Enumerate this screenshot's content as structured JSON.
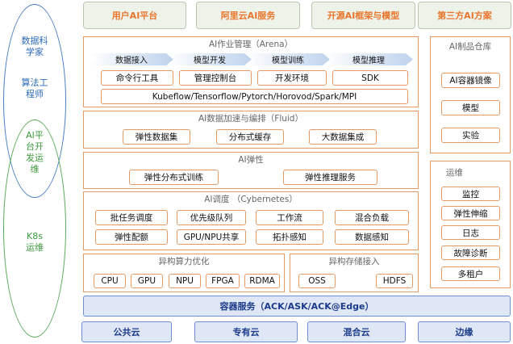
{
  "top_tabs": [
    "用户AI平台",
    "阿里云AI服务",
    "开源AI框架与模型",
    "第三方AI方案"
  ],
  "roles": {
    "data_scientist": [
      "数据科",
      "学家"
    ],
    "algo_engineer": [
      "算法工",
      "程师"
    ],
    "ai_ops": [
      "AI平",
      "台开",
      "发运",
      "维"
    ],
    "k8s_ops": [
      "K8s",
      "运维"
    ]
  },
  "arena": {
    "title": "AI作业管理（Arena）",
    "stages": [
      "数据接入",
      "模型开发",
      "模型训练",
      "模型推理"
    ],
    "tools": [
      "命令行工具",
      "管理控制台",
      "开发环境",
      "SDK"
    ],
    "frameworks": "Kubeflow/Tensorflow/Pytorch/Horovod/Spark/MPI"
  },
  "fluid": {
    "title": "AI数据加速与编排（Fluid）",
    "items": [
      "弹性数据集",
      "分布式缓存",
      "大数据集成"
    ]
  },
  "elastic": {
    "title": "AI弹性",
    "items": [
      "弹性分布式训练",
      "弹性推理服务"
    ]
  },
  "cybernetes": {
    "title": "AI调度 （Cybernetes）",
    "row1": [
      "批任务调度",
      "优先级队列",
      "工作流",
      "混合负载"
    ],
    "row2": [
      "弹性配额",
      "GPU/NPU共享",
      "拓扑感知",
      "数据感知"
    ]
  },
  "compute": {
    "title": "异构算力优化",
    "items": [
      "CPU",
      "GPU",
      "NPU",
      "FPGA",
      "RDMA"
    ]
  },
  "storage": {
    "title": "异构存储接入",
    "items": [
      "OSS",
      "HDFS"
    ]
  },
  "warehouse": {
    "title": "AI制品仓库",
    "items": [
      "AI容器镜像",
      "模型",
      "实验"
    ]
  },
  "ops": {
    "title": "运维",
    "items": [
      "监控",
      "弹性伸缩",
      "日志",
      "故障诊断",
      "多租户"
    ]
  },
  "container_service": "容器服务（ACK/ASK/ACK@Edge）",
  "clouds": [
    "公共云",
    "专有云",
    "混合云",
    "边缘"
  ],
  "colors": {
    "accent_orange": "#e8762d",
    "border_orange": "#e59a63",
    "blue": "#2d6db8",
    "green": "#3f9a3f"
  }
}
